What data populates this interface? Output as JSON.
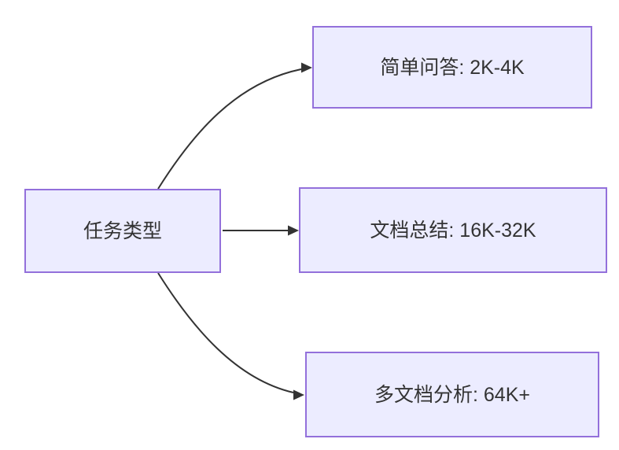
{
  "diagram": {
    "type": "flowchart-left-to-right",
    "nodes": [
      {
        "id": "task-type",
        "label": "任务类型",
        "role": "source"
      },
      {
        "id": "simple-qa",
        "label": "简单问答: 2K-4K",
        "role": "target"
      },
      {
        "id": "doc-summary",
        "label": "文档总结: 16K-32K",
        "role": "target"
      },
      {
        "id": "multi-doc-analysis",
        "label": "多文档分析: 64K+",
        "role": "target"
      }
    ],
    "edges": [
      {
        "from": "task-type",
        "to": "simple-qa"
      },
      {
        "from": "task-type",
        "to": "doc-summary"
      },
      {
        "from": "task-type",
        "to": "multi-doc-analysis"
      }
    ]
  },
  "theme": {
    "node_fill": "#ECECFF",
    "node_border": "#9370DB",
    "edge_color": "#333333",
    "text_color": "#333333",
    "background": "#FFFFFF"
  }
}
